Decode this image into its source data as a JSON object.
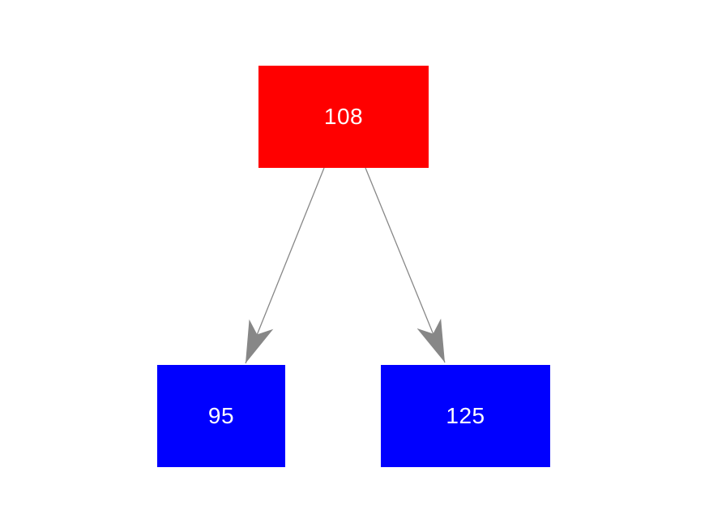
{
  "canvas": {
    "background_color": "#ffffff"
  },
  "diagram": {
    "type": "binary-tree",
    "nodes": [
      {
        "id": "root",
        "label": "108",
        "fill": "#ff0000",
        "text_color": "#ffffff",
        "shape": "rectangle"
      },
      {
        "id": "child-left",
        "label": "95",
        "fill": "#0000ff",
        "text_color": "#ffffff",
        "shape": "rectangle"
      },
      {
        "id": "child-right",
        "label": "125",
        "fill": "#0000ff",
        "text_color": "#ffffff",
        "shape": "rectangle"
      }
    ],
    "edges": [
      {
        "from": "108",
        "to": "95",
        "direction": "to",
        "color": "#878787",
        "style": "solid-arrow"
      },
      {
        "from": "108",
        "to": "125",
        "direction": "to",
        "color": "#878787",
        "style": "solid-arrow"
      }
    ]
  }
}
